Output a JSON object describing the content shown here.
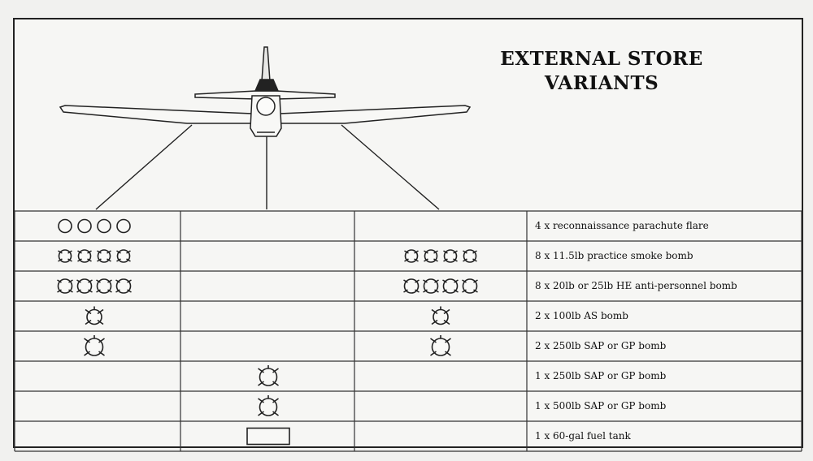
{
  "title": {
    "line1": "EXTERNAL STORE",
    "line2": "VARIANTS"
  },
  "table": {
    "rows": [
      {
        "label": "4 x reconnaissance parachute flare",
        "left": "plain-circle",
        "center": "",
        "right": "",
        "count_left": 4,
        "count_right": 0,
        "count_center": 0
      },
      {
        "label": "8 x 11.5lb practice smoke bomb",
        "left": "small-bomb",
        "center": "",
        "right": "small-bomb",
        "count_left": 4,
        "count_right": 4,
        "count_center": 0
      },
      {
        "label": "8 x 20lb or 25lb HE anti-personnel bomb",
        "left": "small-bomb",
        "center": "",
        "right": "small-bomb",
        "count_left": 4,
        "count_right": 4,
        "count_center": 0
      },
      {
        "label": "2 x 100lb AS bomb",
        "left": "bomb",
        "center": "",
        "right": "bomb",
        "count_left": 1,
        "count_right": 1,
        "count_center": 0
      },
      {
        "label": "2 x 250lb SAP or GP bomb",
        "left": "bomb",
        "center": "",
        "right": "bomb",
        "count_left": 1,
        "count_right": 1,
        "count_center": 0
      },
      {
        "label": "1 x 250lb SAP or GP bomb",
        "left": "",
        "center": "bomb",
        "right": "",
        "count_left": 0,
        "count_right": 0,
        "count_center": 1
      },
      {
        "label": "1 x 500lb SAP or GP bomb",
        "left": "",
        "center": "bomb",
        "right": "",
        "count_left": 0,
        "count_right": 0,
        "count_center": 1
      },
      {
        "label": "1 x 60-gal fuel tank",
        "left": "",
        "center": "fuel-tank",
        "right": "",
        "count_left": 0,
        "count_right": 0,
        "count_center": 1
      }
    ]
  }
}
